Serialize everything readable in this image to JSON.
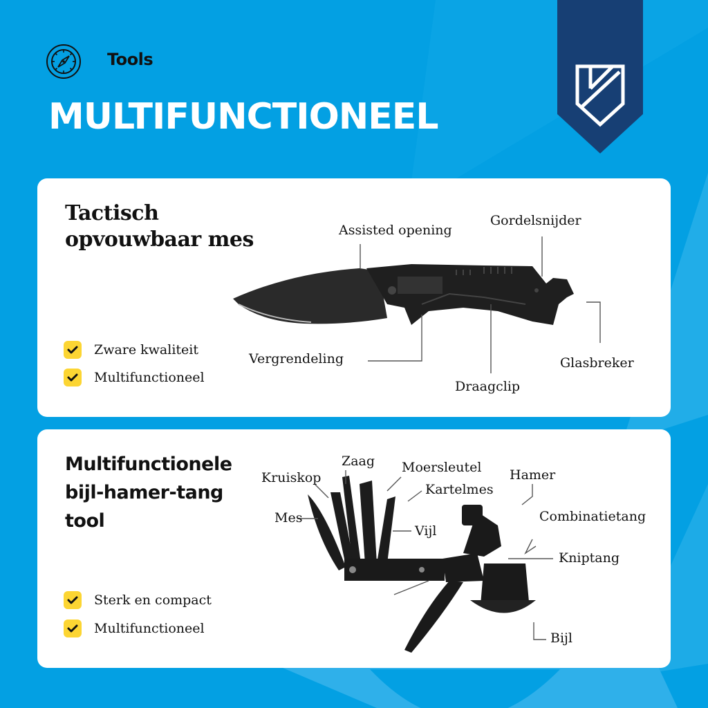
{
  "header": {
    "category_icon": "compass-icon",
    "category_label": "Tools",
    "title": "MULTIFUNCTIONEEL",
    "brand_logo": "shield-logo-icon"
  },
  "colors": {
    "background": "#03a0e3",
    "banner": "#173f74",
    "card": "#ffffff",
    "check": "#fcd533",
    "text": "#111111"
  },
  "cards": [
    {
      "title_line1": "Tactisch",
      "title_line2": "opvouwbaar mes",
      "features": [
        "Zware kwaliteit",
        "Multifunctioneel"
      ],
      "callouts": [
        "Assisted opening",
        "Gordelsnijder",
        "Vergrendeling",
        "Glasbreker",
        "Draagclip"
      ]
    },
    {
      "title_line1": "Multifunctionele",
      "title_line2": "bijl-hamer-tang",
      "title_line3": "tool",
      "features": [
        "Sterk en compact",
        "Multifunctioneel"
      ],
      "callouts": [
        "Kruiskop",
        "Zaag",
        "Moersleutel",
        "Kartelmes",
        "Hamer",
        "Mes",
        "Vijl",
        "Combinatietang",
        "Kniptang",
        "Bijl"
      ]
    }
  ]
}
